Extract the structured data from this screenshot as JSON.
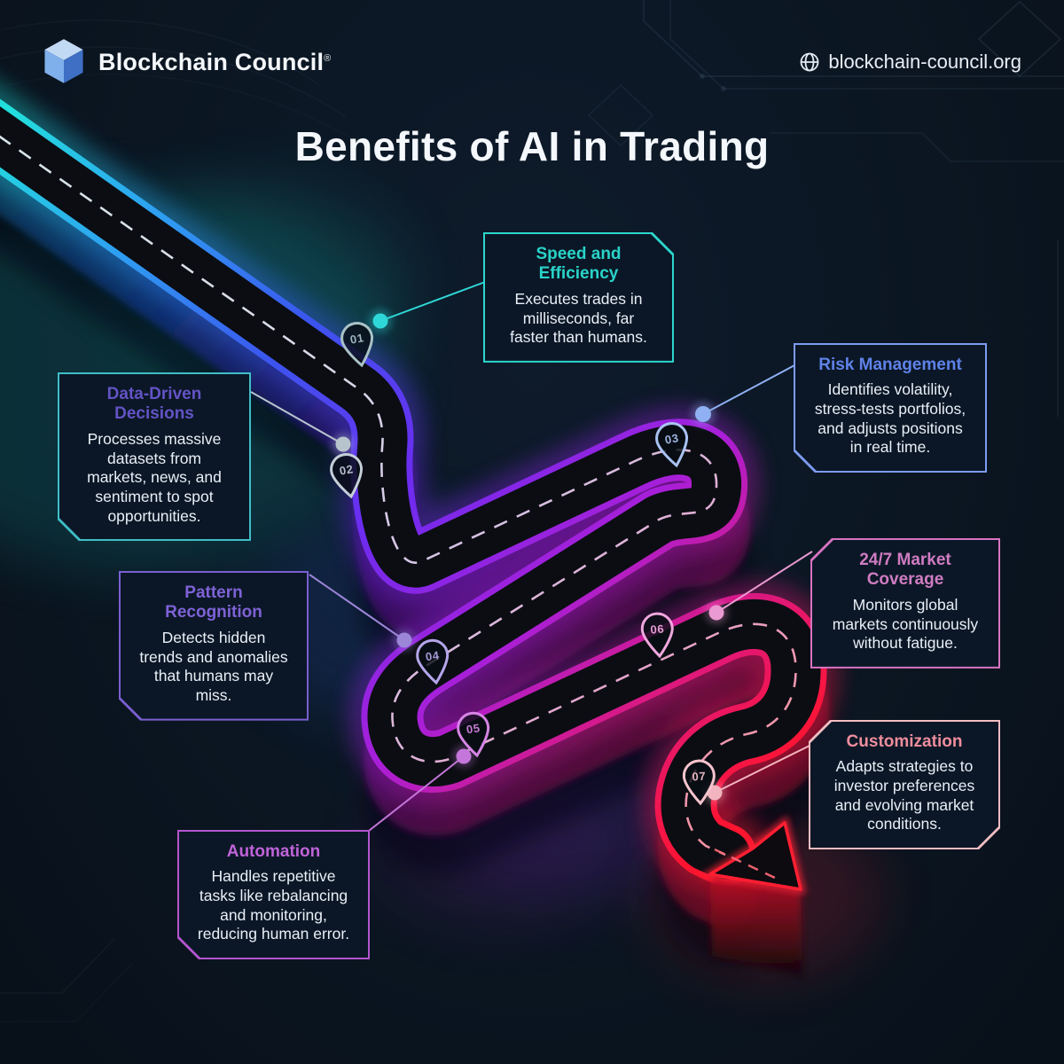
{
  "header": {
    "brand": "Blockchain Council",
    "registered_mark": "®",
    "website": "blockchain-council.org"
  },
  "title": "Benefits of AI in Trading",
  "steps": [
    {
      "num": "01",
      "label": "Speed and Efficiency",
      "desc": "Executes trades in milliseconds, far faster than humans.",
      "accent": "#2dd6cd",
      "title_color": "#29d3c9",
      "pin_color": "#a9c2c6",
      "connector_color": "#2fd8d8"
    },
    {
      "num": "02",
      "label": "Data-Driven Decisions",
      "desc": "Processes massive datasets from markets, news, and sentiment to spot opportunities.",
      "accent": "#3fbec6",
      "title_color": "#6353c5",
      "pin_color": "#c4cfd8",
      "connector_color": "#b7c4ce"
    },
    {
      "num": "03",
      "label": "Risk Management",
      "desc": "Identifies volatility, stress-tests portfolios, and adjusts positions in real time.",
      "accent": "#7d9cf2",
      "title_color": "#5f82e8",
      "pin_color": "#a9c2f2",
      "connector_color": "#8fb0f2"
    },
    {
      "num": "04",
      "label": "Pattern Recognition",
      "desc": "Detects hidden trends and anomalies that humans may miss.",
      "accent": "#7a5fd0",
      "title_color": "#7e62d6",
      "pin_color": "#b4a6ea",
      "connector_color": "#9c86d8"
    },
    {
      "num": "05",
      "label": "Automation",
      "desc": "Handles repetitive tasks like rebalancing and monitoring, reducing human error.",
      "accent": "#b455cf",
      "title_color": "#bf63d9",
      "pin_color": "#d685e6",
      "connector_color": "#c476da"
    },
    {
      "num": "06",
      "label": "24/7 Market Coverage",
      "desc": "Monitors global markets continuously without fatigue.",
      "accent": "#d873c2",
      "title_color": "#cf7cc2",
      "pin_color": "#f0a8de",
      "connector_color": "#ea9ad2"
    },
    {
      "num": "07",
      "label": "Customization",
      "desc": "Adapts strategies to investor preferences and evolving market conditions.",
      "accent": "#f2bdc2",
      "title_color": "#ee8d9d",
      "pin_color": "#f6c4cd",
      "connector_color": "#f2b4bf"
    }
  ],
  "palette": {
    "background": "#0b1622",
    "title_color": "#f4f7fb",
    "body_text": "#e9eff7",
    "road_gradient": [
      "#22e0dc",
      "#2e9ff2",
      "#3b55ee",
      "#6c2cf0",
      "#a81fd8",
      "#e01878",
      "#ff1430"
    ],
    "road_surface": "#0b0d12",
    "arrow_color": "#ff1e32",
    "logo_cube_top": "#c2d9f4",
    "logo_cube_left": "#7fb0ec",
    "logo_cube_right": "#3f6fc4"
  }
}
